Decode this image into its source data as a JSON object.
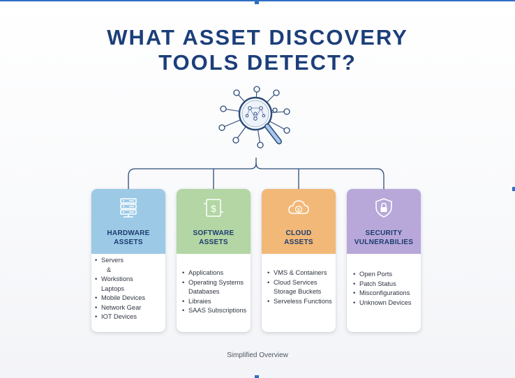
{
  "title": {
    "line1": "WHAT ASSET DISCOVERY",
    "line2": "TOOLS DETECT?"
  },
  "colors": {
    "title": "#1c3f7a",
    "hardware": "#9cc9e6",
    "software": "#b3d6a4",
    "cloud": "#f2b877",
    "security": "#b7a8d9",
    "connector": "#2b4a78"
  },
  "hub_icon": "magnifier-network-icon",
  "cards": [
    {
      "icon": "server-rack-icon",
      "title_line1": "HARDWARE",
      "title_line2": "ASSETS",
      "items": [
        {
          "text": "Servers",
          "bullet": true
        },
        {
          "text": "&",
          "bullet": false
        },
        {
          "text": "Workstions",
          "bullet": true
        },
        {
          "text": "Laptops",
          "bullet": false
        },
        {
          "text": "Mobile Devices",
          "bullet": true
        },
        {
          "text": "Network Gear",
          "bullet": true
        },
        {
          "text": "IOT Devices",
          "bullet": true
        }
      ]
    },
    {
      "icon": "software-document-icon",
      "title_line1": "SOFTWARE",
      "title_line2": "ASSETS",
      "items": [
        {
          "text": "Applications",
          "bullet": true
        },
        {
          "text": "Operating Systems",
          "bullet": true
        },
        {
          "text": "Databases",
          "bullet": false
        },
        {
          "text": "Libraies",
          "bullet": true
        },
        {
          "text": "SAAS Subscriptions",
          "bullet": true
        }
      ]
    },
    {
      "icon": "cloud-dollar-icon",
      "title_line1": "CLOUD",
      "title_line2": "ASSETS",
      "items": [
        {
          "text": "VMS & Containers",
          "bullet": true
        },
        {
          "text": "Cloud Services",
          "bullet": true
        },
        {
          "text": "Storage Buckets",
          "bullet": false
        },
        {
          "text": "Serveless Functions",
          "bullet": true
        }
      ]
    },
    {
      "icon": "shield-lock-icon",
      "title_line1": "SECURITY",
      "title_line2": "VULNERABILIES",
      "items": [
        {
          "text": "Open Ports",
          "bullet": true
        },
        {
          "text": "Patch Status",
          "bullet": true
        },
        {
          "text": "Misconfigurations",
          "bullet": true
        },
        {
          "text": "Unknown Devices",
          "bullet": true
        }
      ]
    }
  ],
  "footer": "Simplified Overview"
}
